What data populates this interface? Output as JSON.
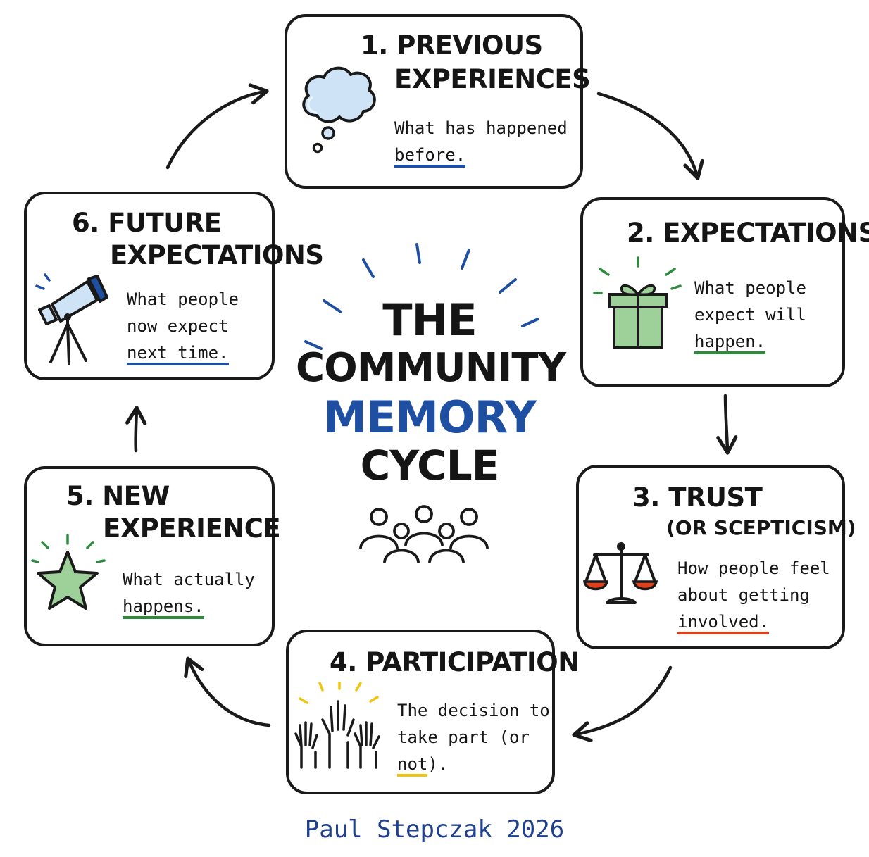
{
  "title": {
    "line1": "THE",
    "line2": "COMMUNITY",
    "line3": "MEMORY",
    "line4": "CYCLE"
  },
  "colors": {
    "ink": "#1a1a1a",
    "blue": "#1f4fa3",
    "green": "#2e8b3e",
    "red": "#e0401c",
    "yellow": "#f2c40c",
    "light_blue": "#cfe3f7",
    "light_green": "#9ed19a"
  },
  "steps": [
    {
      "number": "1.",
      "title_line1": "PREVIOUS",
      "title_line2": "EXPERIENCES",
      "desc_lines": [
        "What has happened"
      ],
      "desc_underlined": "before.",
      "desc_tail": "",
      "icon": "thought-bubble-icon",
      "underline_color": "#1f4fa3"
    },
    {
      "number": "2.",
      "title_line1": "EXPECTATIONS",
      "desc_lines": [
        "What people",
        "expect will"
      ],
      "desc_underlined": "happen.",
      "desc_tail": "",
      "icon": "gift-icon",
      "underline_color": "#2e8b3e"
    },
    {
      "number": "3.",
      "title_line1": "TRUST",
      "subtitle": "(OR SCEPTICISM)",
      "desc_lines": [
        "How people feel",
        "about getting"
      ],
      "desc_underlined": "involved.",
      "desc_tail": "",
      "icon": "scales-icon",
      "underline_color": "#e0401c"
    },
    {
      "number": "4.",
      "title_line1": "PARTICIPATION",
      "desc_lines": [
        "The decision to",
        "take part (or"
      ],
      "desc_underlined": "not",
      "desc_tail": ").",
      "icon": "raised-hands-icon",
      "underline_color": "#f2c40c"
    },
    {
      "number": "5.",
      "title_line1": "NEW",
      "title_line2": "EXPERIENCE",
      "desc_lines": [
        "What actually"
      ],
      "desc_underlined": "happens.",
      "desc_tail": "",
      "icon": "star-icon",
      "underline_color": "#2e8b3e"
    },
    {
      "number": "6.",
      "title_line1": "FUTURE",
      "title_line2": "EXPECTATIONS",
      "desc_lines": [
        "What people",
        "now expect"
      ],
      "desc_underlined": "next time.",
      "desc_tail": "",
      "icon": "telescope-icon",
      "underline_color": "#1f4fa3"
    }
  ],
  "center_icon": "people-group-icon",
  "credit": "Paul Stepczak 2026"
}
